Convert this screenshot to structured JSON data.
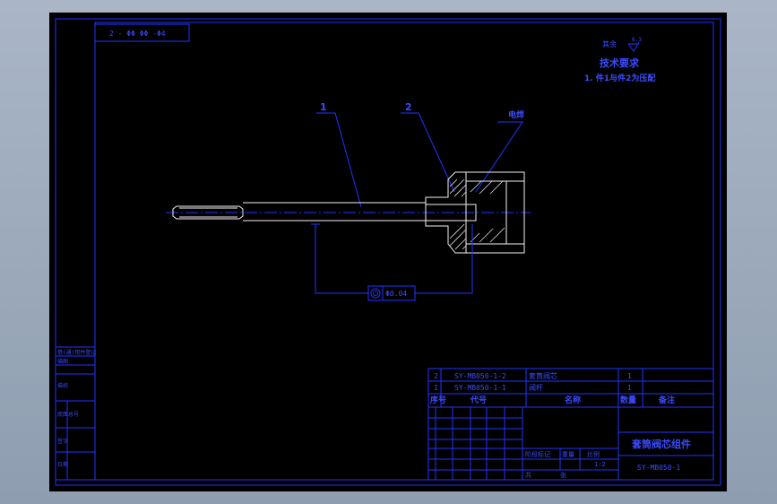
{
  "drawing": {
    "ref_label": "2 - ΦΦ ΦΦ -Φ4",
    "roughness_label": "其余",
    "roughness_value": "6.3",
    "tech_title": "技术要求",
    "tech_note": "1. 件1与件2为压配",
    "balloon_1": "1",
    "balloon_2": "2",
    "weld_label": "电焊",
    "tolerance_value": "Φ0.04"
  },
  "bom": {
    "rows": [
      {
        "index": "2",
        "code": "SY-MB050-1-2",
        "name": "套筒阀芯",
        "qty": "1"
      },
      {
        "index": "1",
        "code": "SY-MB050-1-1",
        "name": "阀杆",
        "qty": "1"
      }
    ],
    "headers": {
      "index": "序号",
      "code": "代号",
      "name": "名称",
      "qty": "数量",
      "note": "备注"
    }
  },
  "title_block": {
    "part_name": "套筒阀芯组件",
    "drawing_no": "SY-MB050-1",
    "stage_label": "阶段标记",
    "weight_label": "重量",
    "scale_label": "比例",
    "scale_value": "1:2",
    "sheet_label": "共",
    "sheet_of": "张"
  },
  "side_table": {
    "labels": [
      "借(通)用件登记",
      "描图",
      "描校",
      "底图总号",
      "签字",
      "日期"
    ]
  }
}
